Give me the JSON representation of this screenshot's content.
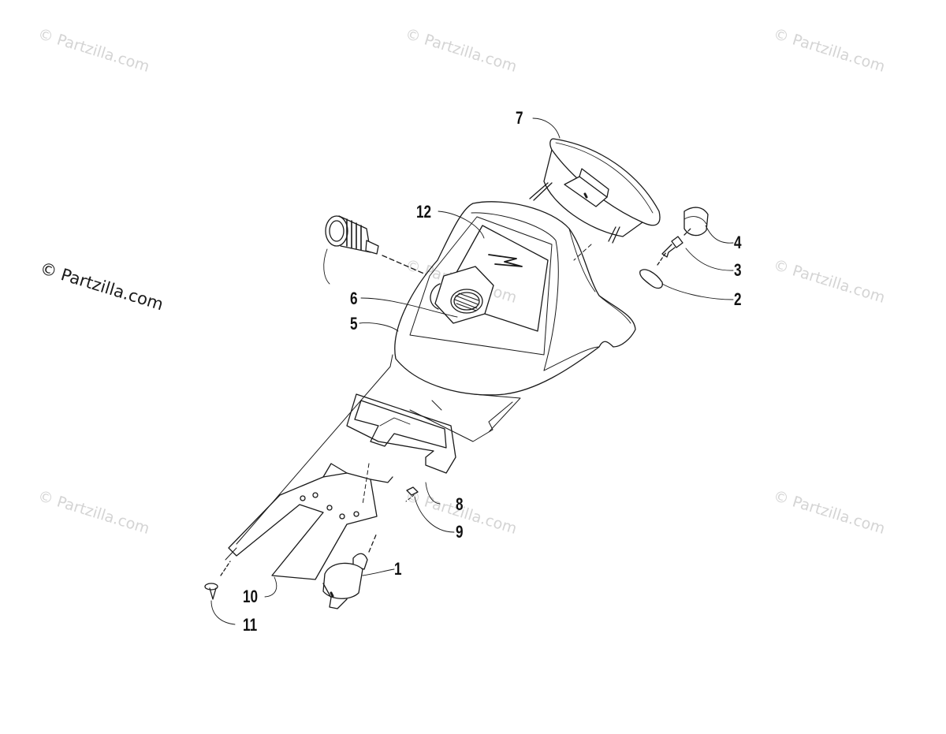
{
  "watermarks": {
    "faint": "© Partzilla.com",
    "strong": "© Partzilla.com"
  },
  "callouts": {
    "c1": "1",
    "c2": "2",
    "c3": "3",
    "c4": "4",
    "c5": "5",
    "c6": "6",
    "c7": "7",
    "c8": "8",
    "c9": "9",
    "c10": "10",
    "c11": "11",
    "c12": "12"
  },
  "colors": {
    "line": "#1a1a1a",
    "watermark": "#d4d4d4"
  }
}
